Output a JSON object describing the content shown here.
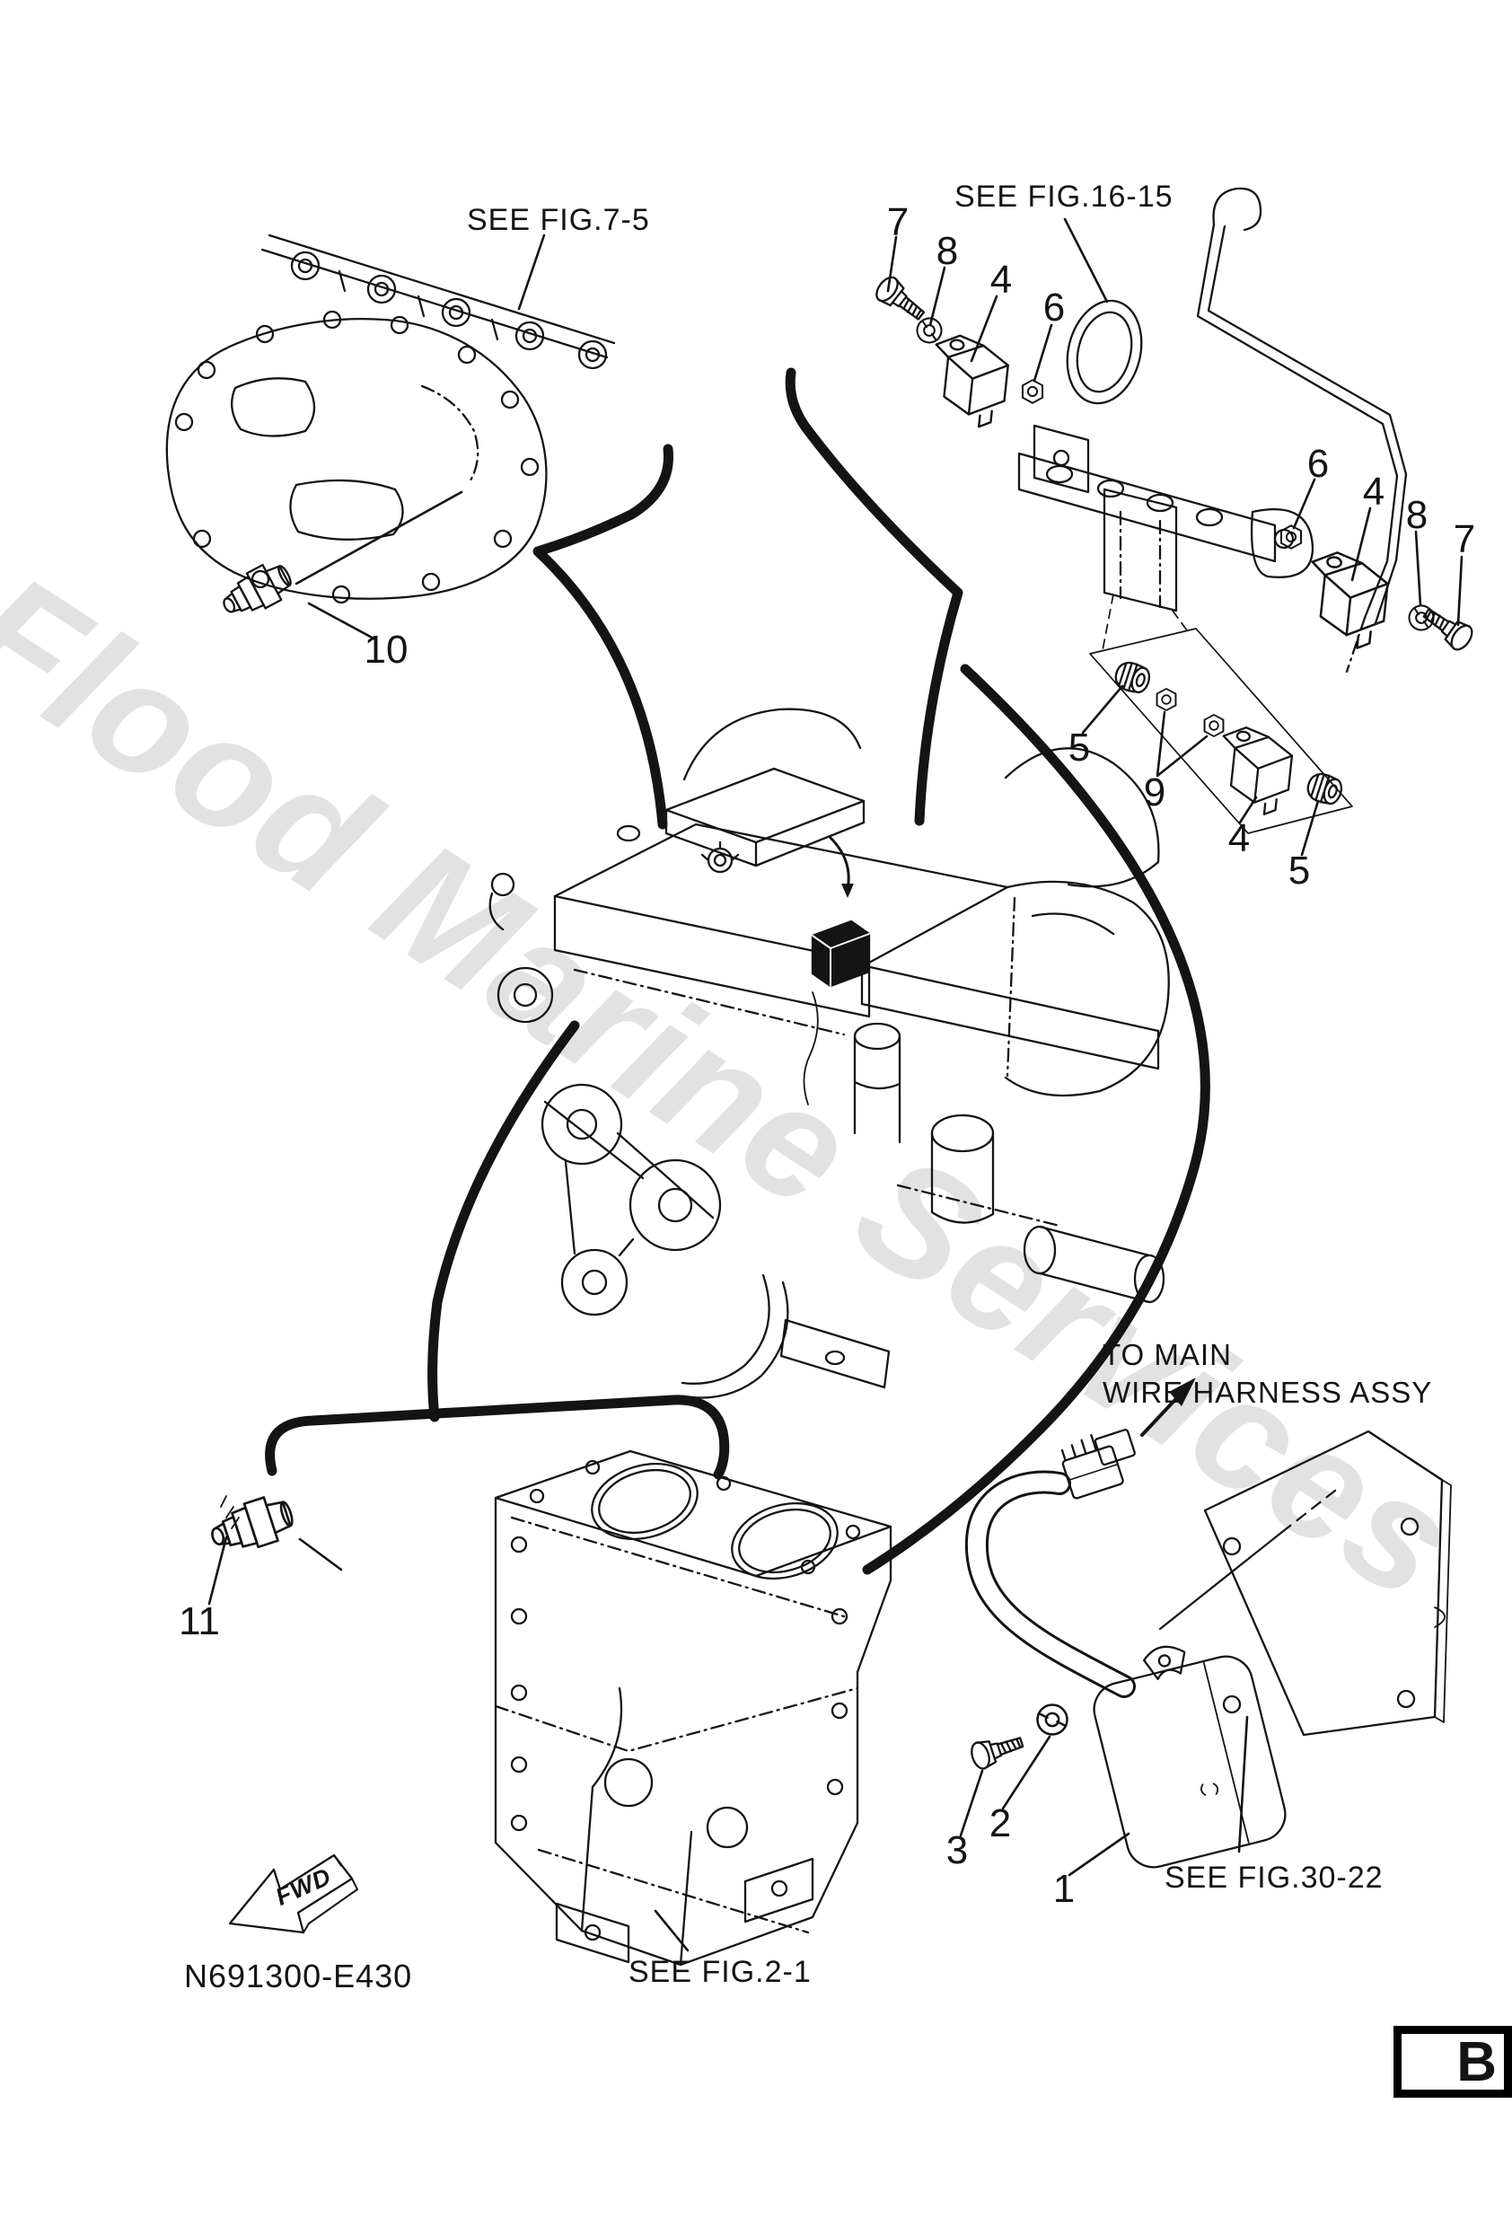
{
  "page": {
    "watermark": "Flood Marine Services",
    "drawing_number": "N691300-E430",
    "page_letter": "B",
    "fwd_label": "FWD"
  },
  "references": {
    "fig_7_5": "SEE FIG.7-5",
    "fig_16_15": "SEE FIG.16-15",
    "fig_30_22": "SEE FIG.30-22",
    "fig_2_1": "SEE FIG.2-1"
  },
  "harness_note": {
    "line1": "TO MAIN",
    "line2": "WIRE HARNESS ASSY"
  },
  "callouts": [
    {
      "text": "7"
    },
    {
      "text": "8"
    },
    {
      "text": "4"
    },
    {
      "text": "6"
    },
    {
      "text": "6"
    },
    {
      "text": "4"
    },
    {
      "text": "8"
    },
    {
      "text": "7"
    },
    {
      "text": "5"
    },
    {
      "text": "9"
    },
    {
      "text": "4"
    },
    {
      "text": "5"
    },
    {
      "text": "10"
    },
    {
      "text": "11"
    },
    {
      "text": "3"
    },
    {
      "text": "2"
    },
    {
      "text": "1"
    }
  ]
}
